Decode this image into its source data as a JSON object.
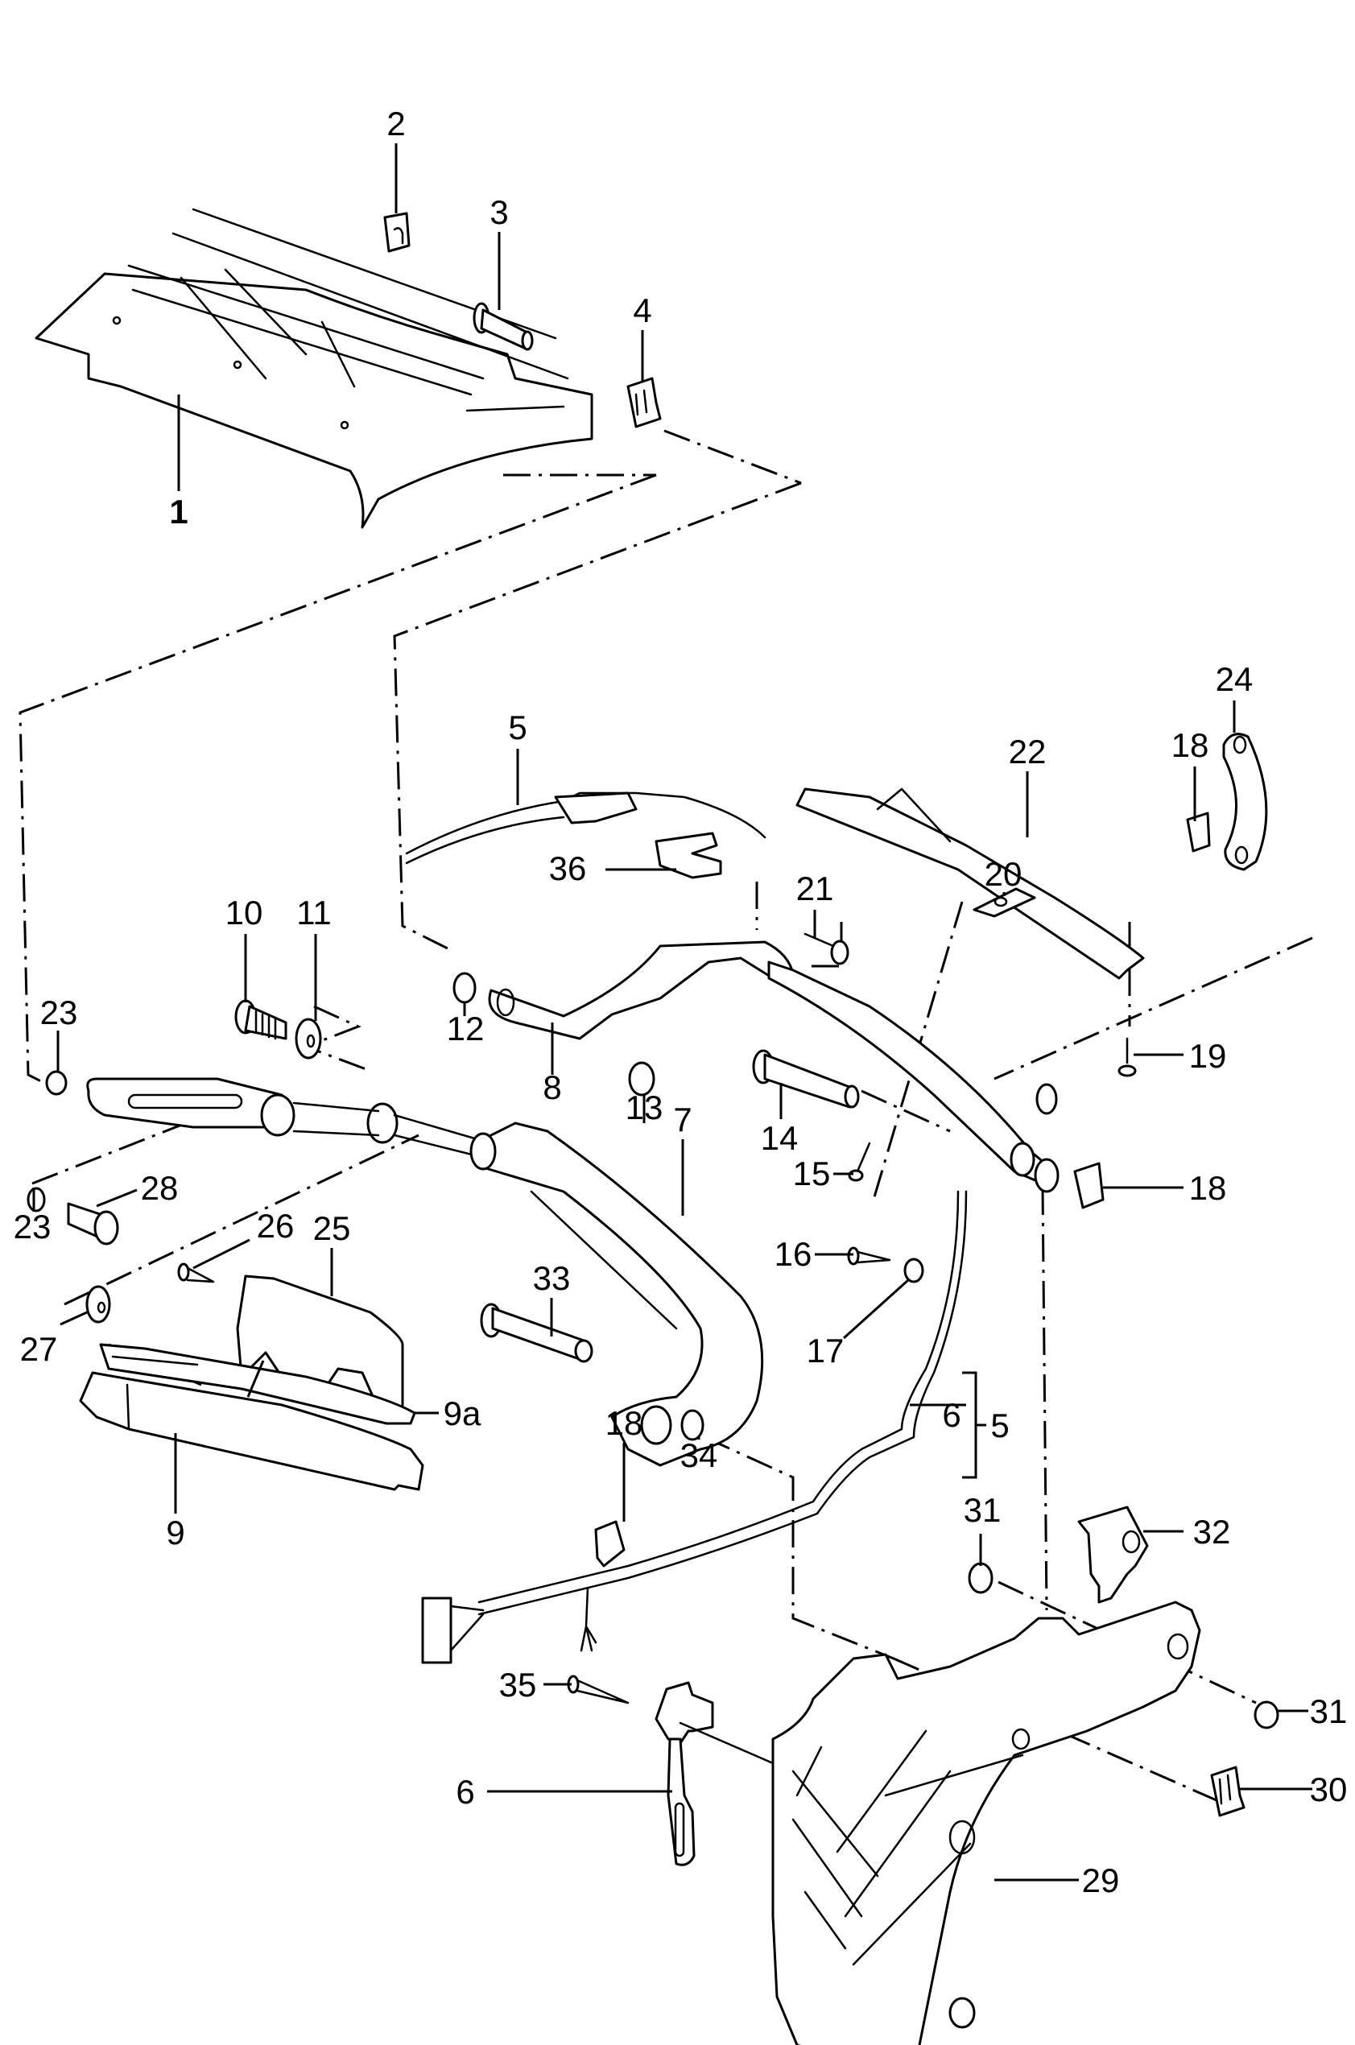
{
  "diagram": {
    "type": "exploded-parts-diagram",
    "subject": "convertible top linkage / main bearing assembly",
    "colors": {
      "line": "#000000",
      "background": "#ffffff"
    },
    "callouts": [
      {
        "id": "c1",
        "label": "1",
        "part": "top-frame-front-bow",
        "bold": true
      },
      {
        "id": "c2",
        "label": "2",
        "part": "clip-nut"
      },
      {
        "id": "c3",
        "label": "3",
        "part": "pin"
      },
      {
        "id": "c4",
        "label": "4",
        "part": "spring-clip"
      },
      {
        "id": "c5a",
        "label": "5",
        "part": "wiring-harness"
      },
      {
        "id": "c36",
        "label": "36",
        "part": "holder-bracket"
      },
      {
        "id": "c10",
        "label": "10",
        "part": "shoulder-bolt"
      },
      {
        "id": "c11",
        "label": "11",
        "part": "washer"
      },
      {
        "id": "c12",
        "label": "12",
        "part": "bushing"
      },
      {
        "id": "c8",
        "label": "8",
        "part": "connecting-link"
      },
      {
        "id": "c13",
        "label": "13",
        "part": "bushing"
      },
      {
        "id": "c23a",
        "label": "23",
        "part": "lock-washer"
      },
      {
        "id": "c23b",
        "label": "23",
        "part": "lock-washer"
      },
      {
        "id": "c28",
        "label": "28",
        "part": "pin"
      },
      {
        "id": "c26",
        "label": "26",
        "part": "screw"
      },
      {
        "id": "c25",
        "label": "25",
        "part": "cover"
      },
      {
        "id": "c27",
        "label": "27",
        "part": "washer"
      },
      {
        "id": "c9a",
        "label": "9a",
        "part": "seal-strip"
      },
      {
        "id": "c9",
        "label": "9",
        "part": "trim-cover"
      },
      {
        "id": "c7",
        "label": "7",
        "part": "main-link-arm"
      },
      {
        "id": "c33",
        "label": "33",
        "part": "bearing-pin"
      },
      {
        "id": "c14",
        "label": "14",
        "part": "bearing-pin"
      },
      {
        "id": "c15",
        "label": "15",
        "part": "tapping-screw"
      },
      {
        "id": "c16",
        "label": "16",
        "part": "tapping-screw"
      },
      {
        "id": "c17",
        "label": "17",
        "part": "washer"
      },
      {
        "id": "c34",
        "label": "34",
        "part": "circlip"
      },
      {
        "id": "c18a",
        "label": "18",
        "part": "spring-clip"
      },
      {
        "id": "c6a",
        "label": "6",
        "part": "sensor-cable"
      },
      {
        "id": "c5b",
        "label": "5",
        "part": "wiring-harness-group"
      },
      {
        "id": "c22",
        "label": "22",
        "part": "guide-rail"
      },
      {
        "id": "c24",
        "label": "24",
        "part": "tension-link"
      },
      {
        "id": "c18b",
        "label": "18",
        "part": "spring-clip"
      },
      {
        "id": "c20",
        "label": "20",
        "part": "plate"
      },
      {
        "id": "c21",
        "label": "21",
        "part": "bolt"
      },
      {
        "id": "c19",
        "label": "19",
        "part": "screw"
      },
      {
        "id": "c18c",
        "label": "18",
        "part": "spring-clip"
      },
      {
        "id": "c31a",
        "label": "31",
        "part": "bushing"
      },
      {
        "id": "c32",
        "label": "32",
        "part": "bracket"
      },
      {
        "id": "c31b",
        "label": "31",
        "part": "bushing"
      },
      {
        "id": "c30",
        "label": "30",
        "part": "spring-clip"
      },
      {
        "id": "c29",
        "label": "29",
        "part": "main-bearing-bracket"
      },
      {
        "id": "c35",
        "label": "35",
        "part": "tapping-screw"
      },
      {
        "id": "c6b",
        "label": "6",
        "part": "microswitch-sensor"
      }
    ]
  }
}
